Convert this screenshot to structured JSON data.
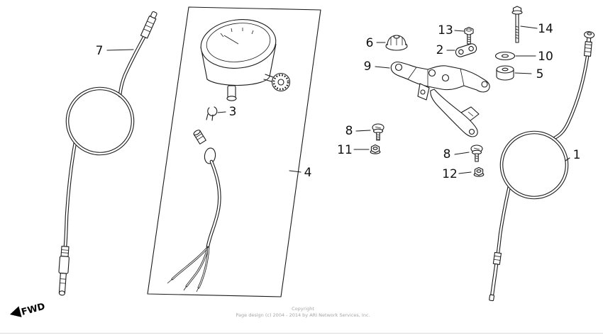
{
  "diagram": {
    "fwd_label": "FWD",
    "copyright": {
      "line1": "Copyright",
      "line2": "Page design (c) 2004 - 2014 by ARI Network Services, Inc."
    },
    "callouts": {
      "c1": "1",
      "c2": "2",
      "c3": "3",
      "c4": "4",
      "c5": "5",
      "c6": "6",
      "c7": "7",
      "c8a": "8",
      "c8b": "8",
      "c9": "9",
      "c10": "10",
      "c11": "11",
      "c12": "12",
      "c13": "13",
      "c14": "14"
    },
    "colors": {
      "line": "#1a1a1a",
      "background": "#ffffff",
      "muted_text": "#a6a6a6"
    }
  }
}
